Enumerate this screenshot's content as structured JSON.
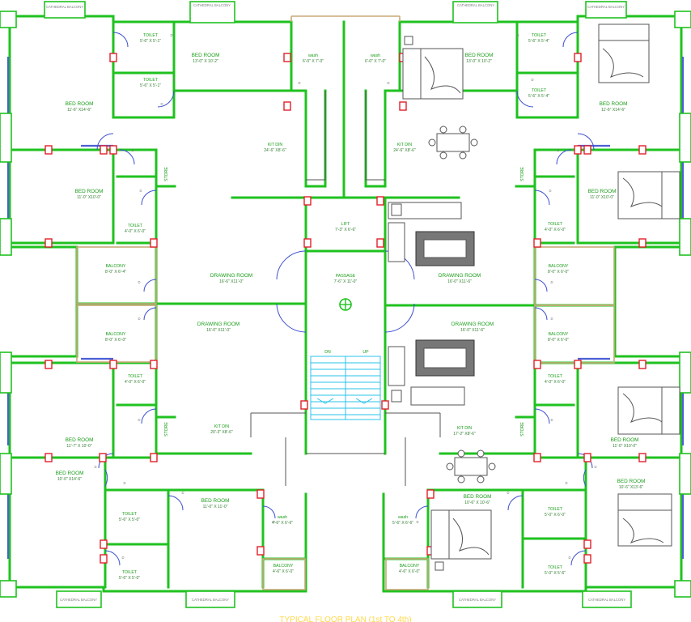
{
  "plan": {
    "title": "TYPICAL FLOOR PLAN (1st TO 4th)",
    "stair_dn": "DN",
    "stair_up": "UP",
    "balcony_tag": "CATHEDRAL BALCONY",
    "door_tag": "D",
    "rooms": [
      {
        "id": "tl-bed-1",
        "name": "BED ROOM",
        "size": "11'-6\" X14'-6\""
      },
      {
        "id": "tl-toilet-1",
        "name": "TOILET",
        "size": "5'-6\" X 5'-1\""
      },
      {
        "id": "tl-toilet-2",
        "name": "TOILET",
        "size": "5'-6\" X 5'-1\""
      },
      {
        "id": "tl-bed-2",
        "name": "BED ROOM",
        "size": "13'-0\" X 10'-2\""
      },
      {
        "id": "tl-wash",
        "name": "wash",
        "size": "6'-0\" X 7'-0\""
      },
      {
        "id": "tl-kitdin",
        "name": "KIT DIN",
        "size": "24'-6\" X8'-6\""
      },
      {
        "id": "tl-bed-3",
        "name": "BED ROOM",
        "size": "11'-0\" X10'-0\""
      },
      {
        "id": "tl-store",
        "name": "STORE",
        "size": ""
      },
      {
        "id": "tl-toilet-3",
        "name": "TOILET",
        "size": "4'-0\" X 6'-0\""
      },
      {
        "id": "tl-balcony",
        "name": "BALCONY",
        "size": "8'-0\" X 6'-4\""
      },
      {
        "id": "tl-drawing",
        "name": "DRAWING ROOM",
        "size": "16'-6\" X11'-0\""
      },
      {
        "id": "lift",
        "name": "LIFT",
        "size": "7'-3\" X 6'-6\""
      },
      {
        "id": "passage",
        "name": "PASSAGE",
        "size": "7'-6\" X 11'-0\""
      },
      {
        "id": "tr-wash",
        "name": "wash",
        "size": "6'-0\" X 7'-0\""
      },
      {
        "id": "tr-bed-1",
        "name": "BED ROOM",
        "size": "13'-0\" X 10'-2\""
      },
      {
        "id": "tr-toilet-1",
        "name": "TOILET",
        "size": "5'-6\" X 5'-4\""
      },
      {
        "id": "tr-toilet-2",
        "name": "TOILET",
        "size": "5'-6\" X 5'-4\""
      },
      {
        "id": "tr-bed-2",
        "name": "BED ROOM",
        "size": "11'-6\" X14'-6\""
      },
      {
        "id": "tr-kitdin",
        "name": "KIT DIN",
        "size": "24'-6\" X8'-6\""
      },
      {
        "id": "tr-store",
        "name": "STORE",
        "size": ""
      },
      {
        "id": "tr-bed-3",
        "name": "BED ROOM",
        "size": "11'-0\" X10'-0\""
      },
      {
        "id": "tr-toilet-3",
        "name": "TOILET",
        "size": "4'-0\" X 6'-0\""
      },
      {
        "id": "tr-drawing",
        "name": "DRAWING ROOM",
        "size": "16'-0\" X11'-6\""
      },
      {
        "id": "tr-balcony",
        "name": "BALCONY",
        "size": "8'-0\" X 6'-0\""
      },
      {
        "id": "bl-drawing",
        "name": "DRAWING ROOM",
        "size": "16'-0\" X11'-0\""
      },
      {
        "id": "bl-balcony",
        "name": "BALCONY",
        "size": "8'-0\" X 6'-0\""
      },
      {
        "id": "bl-toilet-1",
        "name": "TOILET",
        "size": "4'-0\" X 6'-0\""
      },
      {
        "id": "bl-bed-1",
        "name": "BED ROOM",
        "size": "11'-7\" X 10'-0\""
      },
      {
        "id": "bl-store",
        "name": "STORE",
        "size": ""
      },
      {
        "id": "bl-kitdin",
        "name": "KIT DIN",
        "size": "20'-3\" X8'-6\""
      },
      {
        "id": "bl-bed-2",
        "name": "BED ROOM",
        "size": "10'-0\" X14'-6\""
      },
      {
        "id": "bl-toilet-2",
        "name": "TOILET",
        "size": "5'-6\" X 5'-0\""
      },
      {
        "id": "bl-bed-3",
        "name": "BED ROOM",
        "size": "11'-0\" X 11'-0\""
      },
      {
        "id": "bl-wash",
        "name": "wash",
        "size": "4'-6\" X 6'-6\""
      },
      {
        "id": "bl-toilet-3",
        "name": "TOILET",
        "size": "5'-6\" X 5'-0\""
      },
      {
        "id": "bl-balcony-2",
        "name": "BALCONY",
        "size": "4'-6\" X 6'-0\""
      },
      {
        "id": "br-drawing",
        "name": "DRAWING ROOM",
        "size": "16'-0\" X11'-6\""
      },
      {
        "id": "br-balcony",
        "name": "BALCONY",
        "size": "8'-0\" X 6'-0\""
      },
      {
        "id": "br-toilet-1",
        "name": "TOILET",
        "size": "4'-0\" X 6'-0\""
      },
      {
        "id": "br-bed-1",
        "name": "BED ROOM",
        "size": "11'-0\" X10'-0\""
      },
      {
        "id": "br-store",
        "name": "STORE",
        "size": ""
      },
      {
        "id": "br-kitdin",
        "name": "KIT DIN",
        "size": "17'-2\" X8'-6\""
      },
      {
        "id": "br-bed-2",
        "name": "BED ROOM",
        "size": "10'-6\" X13'-6\""
      },
      {
        "id": "br-wash",
        "name": "wash",
        "size": "5'-6\" X 6'-6\""
      },
      {
        "id": "br-bed-3",
        "name": "BED ROOM",
        "size": "10'-6\" X 10'-6\""
      },
      {
        "id": "br-toilet-2",
        "name": "TOILET",
        "size": "5'-0\" X 6'-0\""
      },
      {
        "id": "br-toilet-3",
        "name": "TOILET",
        "size": "5'-0\" X 5'-6\""
      },
      {
        "id": "br-balcony-2",
        "name": "BALCONY",
        "size": "4'-6\" X 6'-0\""
      }
    ]
  },
  "colors": {
    "wall": "#1fc21f",
    "window": "#4b5fd6",
    "column": "#e0202a",
    "stair": "#29c3e8",
    "label": "#1a9e1a",
    "title": "#ffd94a"
  }
}
